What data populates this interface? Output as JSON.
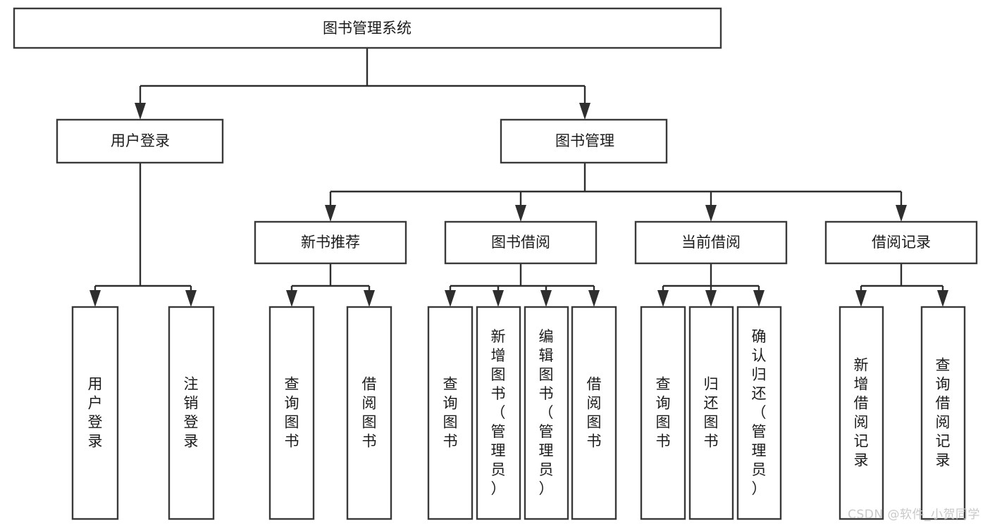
{
  "diagram": {
    "type": "tree",
    "title": "图书管理系统",
    "watermark": "CSDN @软件_小贺同学",
    "colors": {
      "box_fill": "#ffffff",
      "box_stroke": "#3a3a3a",
      "connector": "#2e2e2e",
      "text": "#1b1b1b",
      "watermark": "#c9c9c9"
    },
    "levels": {
      "root": {
        "label": "图书管理系统",
        "orientation": "horizontal"
      },
      "level2": [
        {
          "label": "用户登录",
          "orientation": "horizontal"
        },
        {
          "label": "图书管理",
          "orientation": "horizontal"
        }
      ],
      "level3": [
        {
          "label": "新书推荐",
          "orientation": "horizontal",
          "parent": "图书管理"
        },
        {
          "label": "图书借阅",
          "orientation": "horizontal",
          "parent": "图书管理"
        },
        {
          "label": "当前借阅",
          "orientation": "horizontal",
          "parent": "图书管理"
        },
        {
          "label": "借阅记录",
          "orientation": "horizontal",
          "parent": "图书管理"
        }
      ],
      "leaves": [
        {
          "label": "用户登录",
          "orientation": "vertical",
          "parent": "用户登录"
        },
        {
          "label": "注销登录",
          "orientation": "vertical",
          "parent": "用户登录"
        },
        {
          "label": "查询图书",
          "orientation": "vertical",
          "parent": "新书推荐"
        },
        {
          "label": "借阅图书",
          "orientation": "vertical",
          "parent": "新书推荐"
        },
        {
          "label": "查询图书",
          "orientation": "vertical",
          "parent": "图书借阅"
        },
        {
          "label": "新增图书（管理员）",
          "orientation": "vertical",
          "parent": "图书借阅"
        },
        {
          "label": "编辑图书（管理员）",
          "orientation": "vertical",
          "parent": "图书借阅"
        },
        {
          "label": "借阅图书",
          "orientation": "vertical",
          "parent": "图书借阅"
        },
        {
          "label": "查询图书",
          "orientation": "vertical",
          "parent": "当前借阅"
        },
        {
          "label": "归还图书",
          "orientation": "vertical",
          "parent": "当前借阅"
        },
        {
          "label": "确认归还（管理员）",
          "orientation": "vertical",
          "parent": "当前借阅"
        },
        {
          "label": "新增借阅记录",
          "orientation": "vertical",
          "parent": "借阅记录"
        },
        {
          "label": "查询借阅记录",
          "orientation": "vertical",
          "parent": "借阅记录"
        }
      ]
    },
    "nodes": {
      "root": "图书管理系统",
      "user_login": "用户登录",
      "book_manage": "图书管理",
      "new_book_rec": "新书推荐",
      "book_borrow": "图书借阅",
      "current_borrow": "当前借阅",
      "borrow_record": "借阅记录",
      "leaf_user_login": "用户登录",
      "leaf_logout": "注销登录",
      "leaf_query_book_a": "查询图书",
      "leaf_borrow_book_a": "借阅图书",
      "leaf_query_book_b": "查询图书",
      "leaf_add_book": "新增图书（管理员）",
      "leaf_edit_book": "编辑图书（管理员）",
      "leaf_borrow_book_b": "借阅图书",
      "leaf_query_book_c": "查询图书",
      "leaf_return_book": "归还图书",
      "leaf_confirm_return": "确认归还（管理员）",
      "leaf_add_record": "新增借阅记录",
      "leaf_query_record": "查询借阅记录"
    }
  }
}
